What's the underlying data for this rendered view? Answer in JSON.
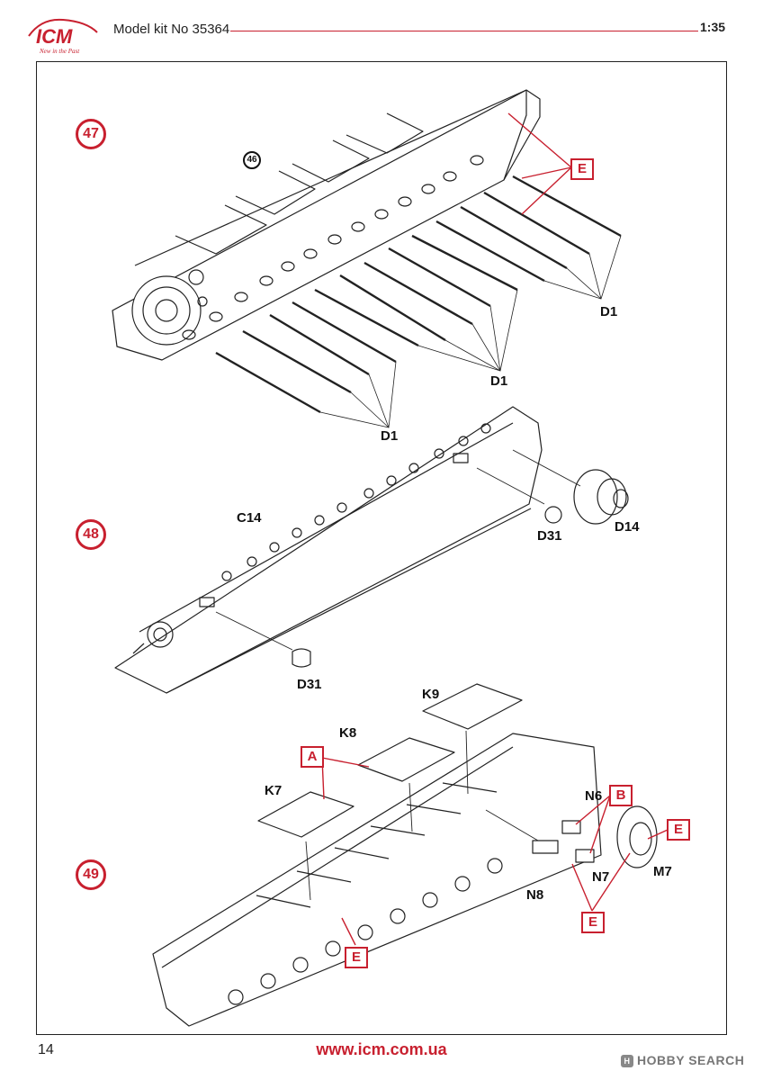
{
  "header": {
    "logo_text": "ICM",
    "logo_tagline": "New in the Past",
    "kit_label": "Model kit No 35364",
    "scale": "1:35"
  },
  "steps": [
    {
      "number": "47",
      "ref": "46",
      "parts": [
        "D1",
        "D1",
        "D1"
      ],
      "boxes": [
        "E"
      ]
    },
    {
      "number": "48",
      "parts": [
        "C14",
        "D31",
        "D14",
        "D31"
      ]
    },
    {
      "number": "49",
      "parts": [
        "K9",
        "K8",
        "K7",
        "N6",
        "N7",
        "M7",
        "N8"
      ],
      "boxes": [
        "A",
        "B",
        "E",
        "E",
        "E"
      ]
    }
  ],
  "footer": {
    "page_number": "14",
    "url": "www.icm.com.ua",
    "watermark": "HOBBY SEARCH"
  },
  "colors": {
    "accent": "#c8202f",
    "line": "#222222"
  }
}
